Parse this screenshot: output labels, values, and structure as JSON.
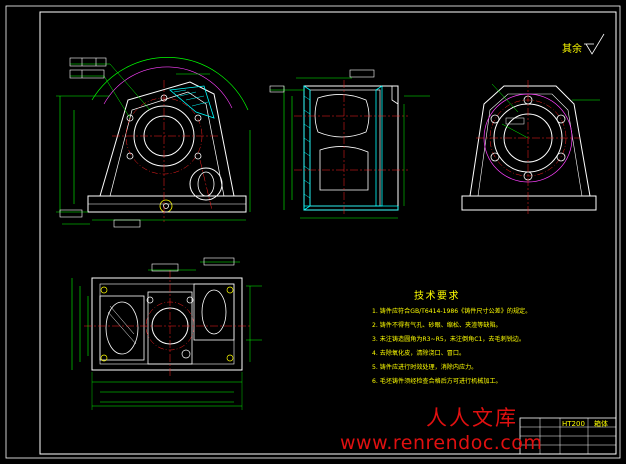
{
  "drawing": {
    "surface_mark_label": "其余",
    "tech_requirements": {
      "title": "技术要求",
      "items": [
        "1. 铸件应符合GB/T6414-1986《铸件尺寸公差》的规定。",
        "2. 铸件不得有气孔、砂眼、缩松、夹渣等缺陷。",
        "3. 未注铸造圆角为R3~R5，未注倒角C1，去毛刺锐边。",
        "4. 去除氧化皮，清除浇口、冒口。",
        "5. 铸件应进行时效处理，消除内应力。",
        "6. 毛坯铸件须经检查合格后方可进行机械加工。"
      ]
    },
    "title_block": {
      "material": "HT200",
      "part_name": "箱体"
    }
  },
  "watermark": {
    "name": "人人文库",
    "url": "www.renrendoc.com"
  },
  "colors": {
    "background": "#000000",
    "outline": "#ffffff",
    "dimension": "#00ff00",
    "center": "#ff2020",
    "hatch": "#00ffff",
    "text": "#ffff00",
    "magenta": "#ff40ff",
    "watermark": "#e01010"
  }
}
